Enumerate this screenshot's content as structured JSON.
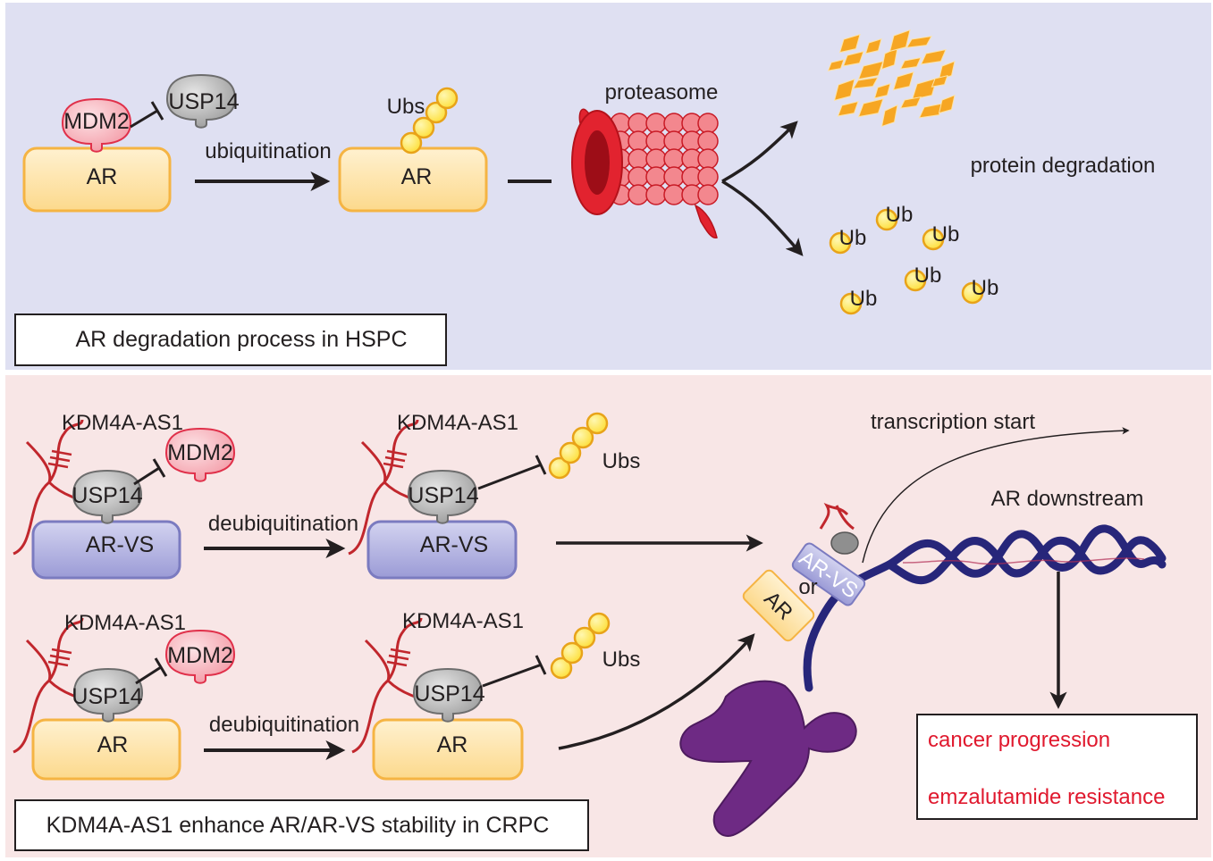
{
  "colors": {
    "top_panel_bg": "#dfe0f2",
    "bottom_panel_bg": "#f8e6e6",
    "ar_box_fill": "#fde3a7",
    "ar_box_stroke": "#f5b443",
    "arvs_box_fill": "#a9a9db",
    "arvs_box_stroke": "#7b7bc0",
    "ub_fill": "#fde44a",
    "ub_stroke": "#e8a319",
    "mdm2_fill": "#f6c2c8",
    "mdm2_stroke": "#e0304a",
    "usp14_fill": "#bdbdbd",
    "usp14_stroke": "#6d6d6d",
    "rna_color": "#c1272d",
    "proteasome_red": "#e2232f",
    "dna_blue": "#27267a",
    "chromosome_purple": "#6e2a84",
    "accent_red": "#e0192e",
    "fragment_orange": "#f6a623"
  },
  "top": {
    "caption": "AR degradation process in HSPC",
    "mdm2": "MDM2",
    "usp14": "USP14",
    "ar_left": "AR",
    "ubiquitination": "ubiquitination",
    "ubs": "Ubs",
    "ar_right": "AR",
    "proteasome": "proteasome",
    "protein_degradation": "protein degradation",
    "ub_label": "Ub"
  },
  "bottom": {
    "caption": "KDM4A-AS1 enhance AR/AR-VS stability in CRPC",
    "row1": {
      "kdm_left": "KDM4A-AS1",
      "mdm2": "MDM2",
      "usp14_left": "USP14",
      "arvs_left": "AR-VS",
      "deubiquitination": "deubiquitination",
      "kdm_right": "KDM4A-AS1",
      "usp14_right": "USP14",
      "arvs_right": "AR-VS",
      "ubs": "Ubs"
    },
    "row2": {
      "kdm_left": "KDM4A-AS1",
      "mdm2": "MDM2",
      "usp14_left": "USP14",
      "ar_left": "AR",
      "deubiquitination": "deubiquitination",
      "kdm_right": "KDM4A-AS1",
      "usp14_right": "USP14",
      "ar_right": "AR",
      "ubs": "Ubs"
    },
    "transcription_start": "transcription start",
    "ar_downstream": "AR downstream",
    "arvs_complex": "AR-VS",
    "or": "or",
    "ar_complex": "AR",
    "outcomes": [
      "cancer progression",
      "emzalutamide resistance"
    ]
  }
}
